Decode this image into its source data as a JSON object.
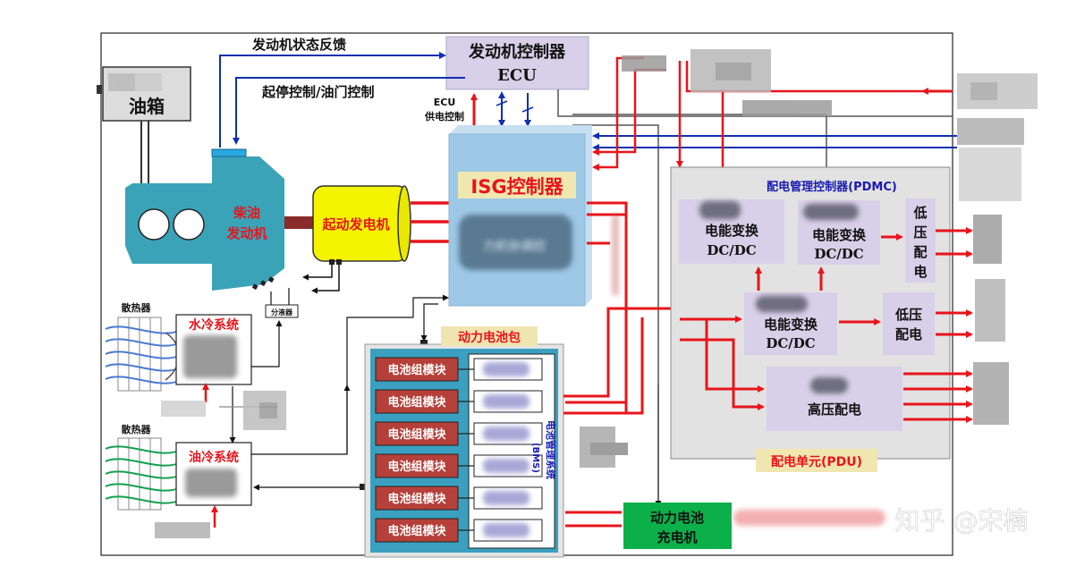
{
  "labels": {
    "engine_feedback": "发动机状态反馈",
    "start_stop_throttle": "起停控制/油门控制",
    "ecu_title": "发动机控制器",
    "ecu_sub": "ECU",
    "ecu_power_1": "ECU",
    "ecu_power_2": "供电控制",
    "fuel_tank": "油箱",
    "diesel_engine_1": "柴油",
    "diesel_engine_2": "发动机",
    "starter_generator": "起动发电机",
    "isg_controller": "ISG控制器",
    "isg_inner": "力机协调控",
    "radiator_1": "散热器",
    "radiator_2": "散热器",
    "water_cooling": "水冷系统",
    "oil_cooling": "油冷系统",
    "splitter": "分液器",
    "battery_pack": "动力电池包",
    "battery_modules": [
      "电池组模块",
      "电池组模块",
      "电池组模块",
      "电池组模块",
      "电池组模块",
      "电池组模块"
    ],
    "bms": "电池管理系统",
    "bms_abbr": "(BMS)",
    "charger_1": "动力电池",
    "charger_2": "充电机",
    "pdmc": "配电管理控制器(PDMC)",
    "pdu": "配电单元(PDU)",
    "dcdc_a_1": "电能变换",
    "dcdc_a_2": "DC/DC",
    "dcdc_b_1": "电能变换",
    "dcdc_b_2": "DC/DC",
    "dcdc_c_1": "电能变换",
    "dcdc_c_2": "DC/DC",
    "lv_dist_1": [
      "低",
      "压",
      "配",
      "电"
    ],
    "lv_dist_2_1": "低压",
    "lv_dist_2_2": "配电",
    "hv_dist": "高压配电",
    "watermark": "知乎 @宋楠"
  },
  "colors": {
    "red": "#e8141b",
    "blue": "#1030b0",
    "engine": "#3aa3b8",
    "isg": "#9dc8e6",
    "lavender": "#d8cfe8",
    "yellow": "#f4f400",
    "green": "#0cb04a",
    "module": "#b5403a",
    "pdu_bg": "#e2e2e2"
  }
}
